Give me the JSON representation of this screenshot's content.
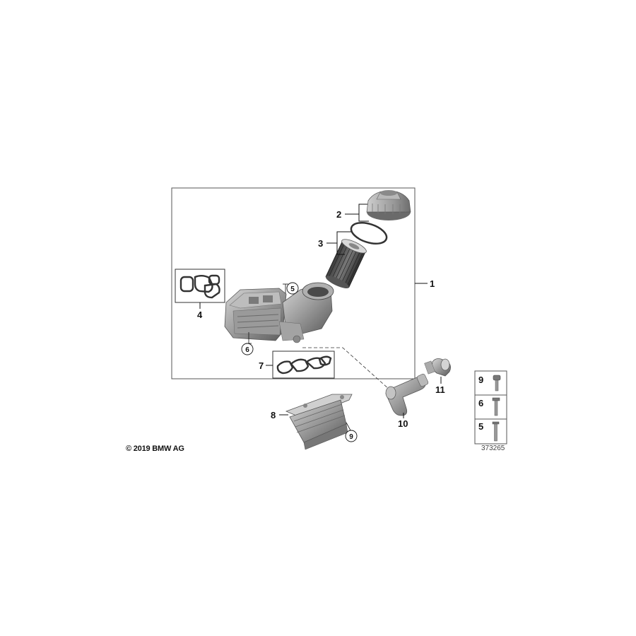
{
  "callouts": {
    "c1": "1",
    "c2": "2",
    "c3": "3",
    "c4": "4",
    "c5": "5",
    "c6": "6",
    "c7": "7",
    "c8": "8",
    "c9": "9",
    "c10": "10",
    "c11": "11"
  },
  "legend": {
    "row1": "9",
    "row2": "6",
    "row3": "5"
  },
  "footer": {
    "copyright": "© 2019 BMW AG",
    "diagram_id": "373265"
  },
  "colors": {
    "line": "#1a1a1a",
    "part_dark": "#4a4a4a",
    "part_mid": "#8c8c8c",
    "part_light": "#c8c8c8"
  }
}
